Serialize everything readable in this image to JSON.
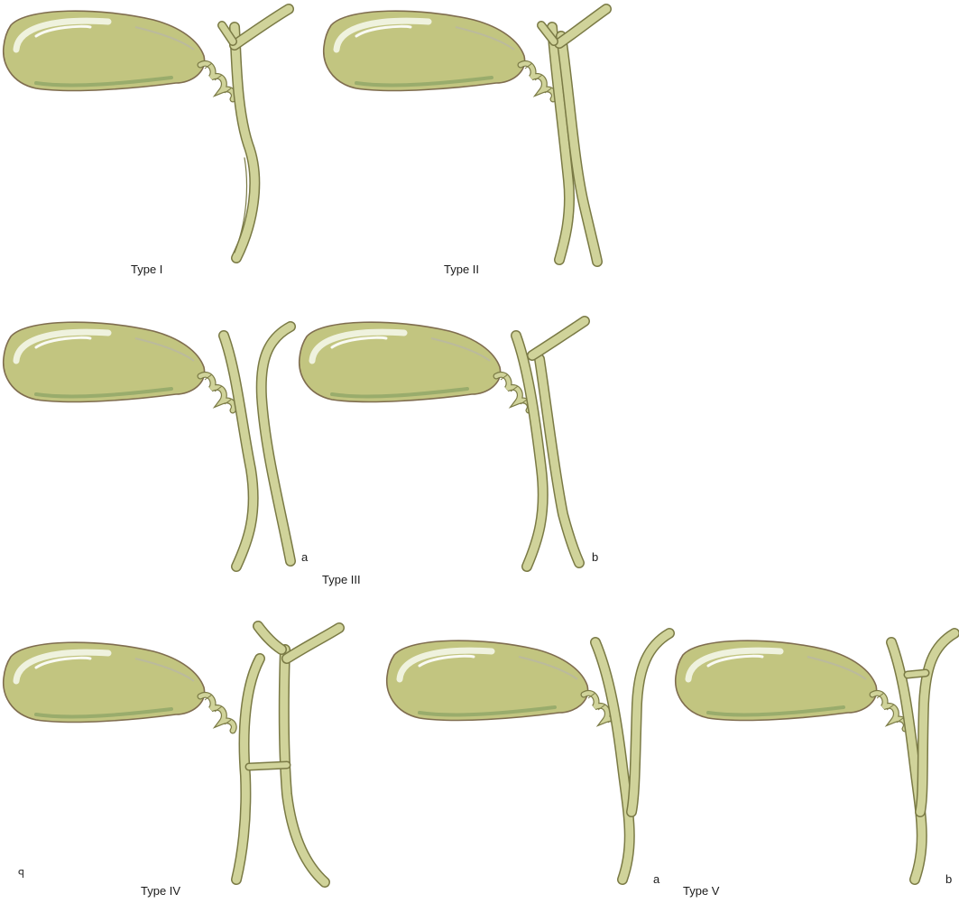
{
  "colors": {
    "organ_fill": "#c2c580",
    "organ_stroke": "#7f6d4f",
    "highlight": "#f7f9ee",
    "shade": "#8ea566",
    "duct_fill": "#d0d39a",
    "duct_stroke": "#7a7a45",
    "label": "#1a1a1a"
  },
  "labels": {
    "type_i": "Type I",
    "type_ii": "Type II",
    "type_iii": "Type III",
    "type_iii_a": "a",
    "type_iii_b": "b",
    "type_iv": "Type IV",
    "type_v": "Type V",
    "type_v_a": "a",
    "type_v_b": "b"
  },
  "signature": "ꟼ"
}
